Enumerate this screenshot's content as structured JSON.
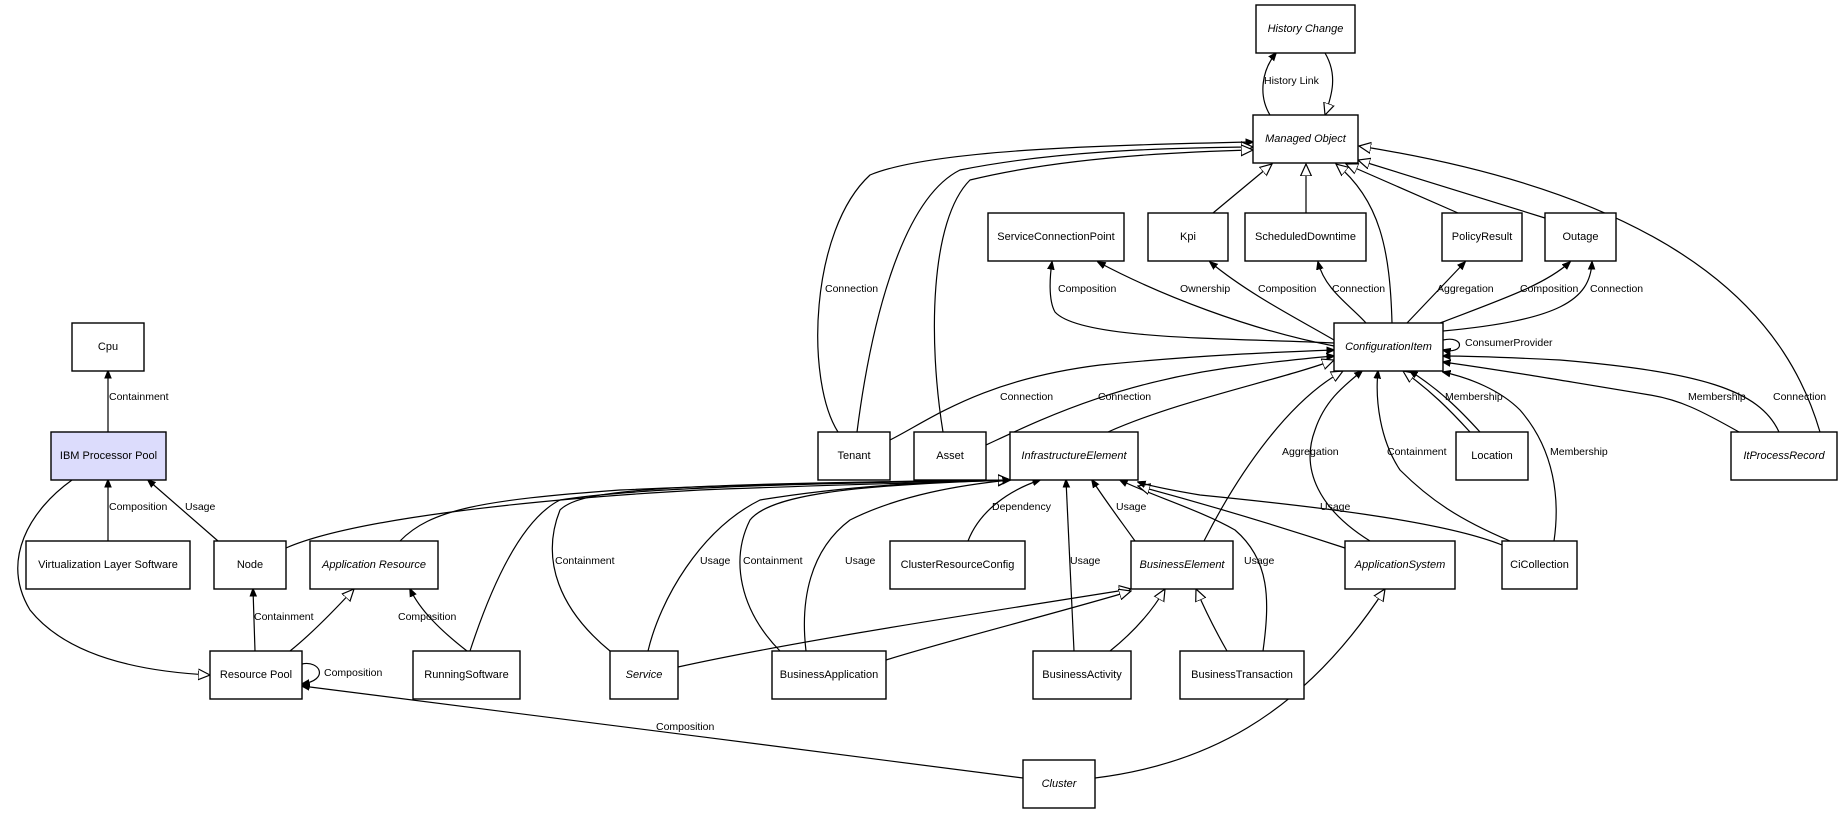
{
  "title": "Configuration Item Model",
  "nodes": [
    {
      "id": "history_change",
      "label": "History Change",
      "abstract": true
    },
    {
      "id": "managed_object",
      "label": "Managed Object",
      "abstract": true
    },
    {
      "id": "service_connection_point",
      "label": "ServiceConnectionPoint",
      "abstract": false
    },
    {
      "id": "kpi",
      "label": "Kpi",
      "abstract": false
    },
    {
      "id": "scheduled_downtime",
      "label": "ScheduledDowntime",
      "abstract": false
    },
    {
      "id": "policy_result",
      "label": "PolicyResult",
      "abstract": false
    },
    {
      "id": "outage",
      "label": "Outage",
      "abstract": false
    },
    {
      "id": "configuration_item",
      "label": "ConfigurationItem",
      "abstract": true
    },
    {
      "id": "cpu",
      "label": "Cpu",
      "abstract": false
    },
    {
      "id": "ibm_processor_pool",
      "label": "IBM Processor Pool",
      "abstract": false,
      "highlight": true,
      "fill": "#dcdcfc"
    },
    {
      "id": "tenant",
      "label": "Tenant",
      "abstract": false
    },
    {
      "id": "asset",
      "label": "Asset",
      "abstract": false
    },
    {
      "id": "infrastructure_element",
      "label": "InfrastructureElement",
      "abstract": true
    },
    {
      "id": "location",
      "label": "Location",
      "abstract": false
    },
    {
      "id": "it_process_record",
      "label": "ItProcessRecord",
      "abstract": true
    },
    {
      "id": "virtualization_layer_software",
      "label": "Virtualization Layer Software",
      "abstract": false
    },
    {
      "id": "node",
      "label": "Node",
      "abstract": false
    },
    {
      "id": "application_resource",
      "label": "Application Resource",
      "abstract": true
    },
    {
      "id": "cluster_resource_config",
      "label": "ClusterResourceConfig",
      "abstract": false
    },
    {
      "id": "business_element",
      "label": "BusinessElement",
      "abstract": true
    },
    {
      "id": "application_system",
      "label": "ApplicationSystem",
      "abstract": true
    },
    {
      "id": "ci_collection",
      "label": "CiCollection",
      "abstract": false
    },
    {
      "id": "resource_pool",
      "label": "Resource Pool",
      "abstract": false
    },
    {
      "id": "running_software",
      "label": "RunningSoftware",
      "abstract": false
    },
    {
      "id": "service",
      "label": "Service",
      "abstract": true
    },
    {
      "id": "business_application",
      "label": "BusinessApplication",
      "abstract": false
    },
    {
      "id": "business_activity",
      "label": "BusinessActivity",
      "abstract": false
    },
    {
      "id": "business_transaction",
      "label": "BusinessTransaction",
      "abstract": false
    },
    {
      "id": "cluster",
      "label": "Cluster",
      "abstract": true
    }
  ],
  "edges": [
    {
      "from": "managed_object",
      "to": "history_change",
      "label": "History Link",
      "type": "association"
    },
    {
      "from": "history_change",
      "to": "managed_object",
      "label": "",
      "type": "generalization"
    },
    {
      "from": "tenant",
      "to": "managed_object",
      "label": "Connection",
      "type": "association"
    },
    {
      "from": "tenant",
      "to": "managed_object",
      "label": "",
      "type": "generalization"
    },
    {
      "from": "asset",
      "to": "managed_object",
      "label": "",
      "type": "generalization"
    },
    {
      "from": "kpi",
      "to": "managed_object",
      "label": "",
      "type": "generalization"
    },
    {
      "from": "scheduled_downtime",
      "to": "managed_object",
      "label": "",
      "type": "generalization"
    },
    {
      "from": "configuration_item",
      "to": "managed_object",
      "label": "",
      "type": "generalization"
    },
    {
      "from": "policy_result",
      "to": "managed_object",
      "label": "",
      "type": "generalization"
    },
    {
      "from": "outage",
      "to": "managed_object",
      "label": "",
      "type": "generalization"
    },
    {
      "from": "it_process_record",
      "to": "managed_object",
      "label": "",
      "type": "generalization"
    },
    {
      "from": "configuration_item",
      "to": "service_connection_point",
      "label": "Composition",
      "type": "association"
    },
    {
      "from": "configuration_item",
      "to": "service_connection_point",
      "label": "Ownership",
      "type": "association"
    },
    {
      "from": "configuration_item",
      "to": "kpi",
      "label": "Composition",
      "type": "association"
    },
    {
      "from": "configuration_item",
      "to": "scheduled_downtime",
      "label": "Connection",
      "type": "association"
    },
    {
      "from": "configuration_item",
      "to": "policy_result",
      "label": "Aggregation",
      "type": "association"
    },
    {
      "from": "configuration_item",
      "to": "outage",
      "label": "Composition",
      "type": "association"
    },
    {
      "from": "configuration_item",
      "to": "outage",
      "label": "Connection",
      "type": "association"
    },
    {
      "from": "configuration_item",
      "to": "configuration_item",
      "label": "ConsumerProvider",
      "type": "association"
    },
    {
      "from": "tenant",
      "to": "configuration_item",
      "label": "Connection",
      "type": "association"
    },
    {
      "from": "asset",
      "to": "configuration_item",
      "label": "Connection",
      "type": "association"
    },
    {
      "from": "infrastructure_element",
      "to": "configuration_item",
      "label": "",
      "type": "generalization"
    },
    {
      "from": "business_element",
      "to": "configuration_item",
      "label": "",
      "type": "generalization"
    },
    {
      "from": "application_system",
      "to": "configuration_item",
      "label": "Aggregation",
      "type": "association"
    },
    {
      "from": "ci_collection",
      "to": "configuration_item",
      "label": "Containment",
      "type": "association"
    },
    {
      "from": "location",
      "to": "configuration_item",
      "label": "",
      "type": "generalization"
    },
    {
      "from": "location",
      "to": "configuration_item",
      "label": "Membership",
      "type": "association"
    },
    {
      "from": "ci_collection",
      "to": "configuration_item",
      "label": "Membership",
      "type": "association"
    },
    {
      "from": "it_process_record",
      "to": "configuration_item",
      "label": "Membership",
      "type": "association"
    },
    {
      "from": "it_process_record",
      "to": "configuration_item",
      "label": "Connection",
      "type": "association"
    },
    {
      "from": "ibm_processor_pool",
      "to": "cpu",
      "label": "Containment",
      "type": "association"
    },
    {
      "from": "virtualization_layer_software",
      "to": "ibm_processor_pool",
      "label": "Composition",
      "type": "association"
    },
    {
      "from": "node",
      "to": "ibm_processor_pool",
      "label": "Usage",
      "type": "association"
    },
    {
      "from": "ibm_processor_pool",
      "to": "resource_pool",
      "label": "",
      "type": "generalization"
    },
    {
      "from": "node",
      "to": "infrastructure_element",
      "label": "",
      "type": "generalization"
    },
    {
      "from": "application_resource",
      "to": "infrastructure_element",
      "label": "",
      "type": "generalization"
    },
    {
      "from": "running_software",
      "to": "infrastructure_element",
      "label": "",
      "type": "generalization"
    },
    {
      "from": "service",
      "to": "infrastructure_element",
      "label": "Containment",
      "type": "association"
    },
    {
      "from": "service",
      "to": "infrastructure_element",
      "label": "Usage",
      "type": "association"
    },
    {
      "from": "business_application",
      "to": "infrastructure_element",
      "label": "Containment",
      "type": "association"
    },
    {
      "from": "business_application",
      "to": "infrastructure_element",
      "label": "Usage",
      "type": "association"
    },
    {
      "from": "cluster_resource_config",
      "to": "infrastructure_element",
      "label": "Dependency",
      "type": "association"
    },
    {
      "from": "business_activity",
      "to": "infrastructure_element",
      "label": "Usage",
      "type": "association"
    },
    {
      "from": "business_element",
      "to": "infrastructure_element",
      "label": "Usage",
      "type": "association"
    },
    {
      "from": "business_transaction",
      "to": "infrastructure_element",
      "label": "Usage",
      "type": "association"
    },
    {
      "from": "application_system",
      "to": "infrastructure_element",
      "label": "",
      "type": "generalization"
    },
    {
      "from": "ci_collection",
      "to": "infrastructure_element",
      "label": "Usage",
      "type": "association"
    },
    {
      "from": "resource_pool",
      "to": "node",
      "label": "Containment",
      "type": "association"
    },
    {
      "from": "resource_pool",
      "to": "application_resource",
      "label": "",
      "type": "generalization"
    },
    {
      "from": "running_software",
      "to": "application_resource",
      "label": "Composition",
      "type": "association"
    },
    {
      "from": "resource_pool",
      "to": "resource_pool",
      "label": "Composition",
      "type": "association"
    },
    {
      "from": "cluster",
      "to": "resource_pool",
      "label": "Composition",
      "type": "association"
    },
    {
      "from": "service",
      "to": "business_element",
      "label": "",
      "type": "generalization"
    },
    {
      "from": "business_application",
      "to": "business_element",
      "label": "",
      "type": "generalization"
    },
    {
      "from": "business_activity",
      "to": "business_element",
      "label": "",
      "type": "generalization"
    },
    {
      "from": "business_transaction",
      "to": "business_element",
      "label": "",
      "type": "generalization"
    },
    {
      "from": "cluster",
      "to": "application_system",
      "label": "",
      "type": "generalization"
    }
  ]
}
